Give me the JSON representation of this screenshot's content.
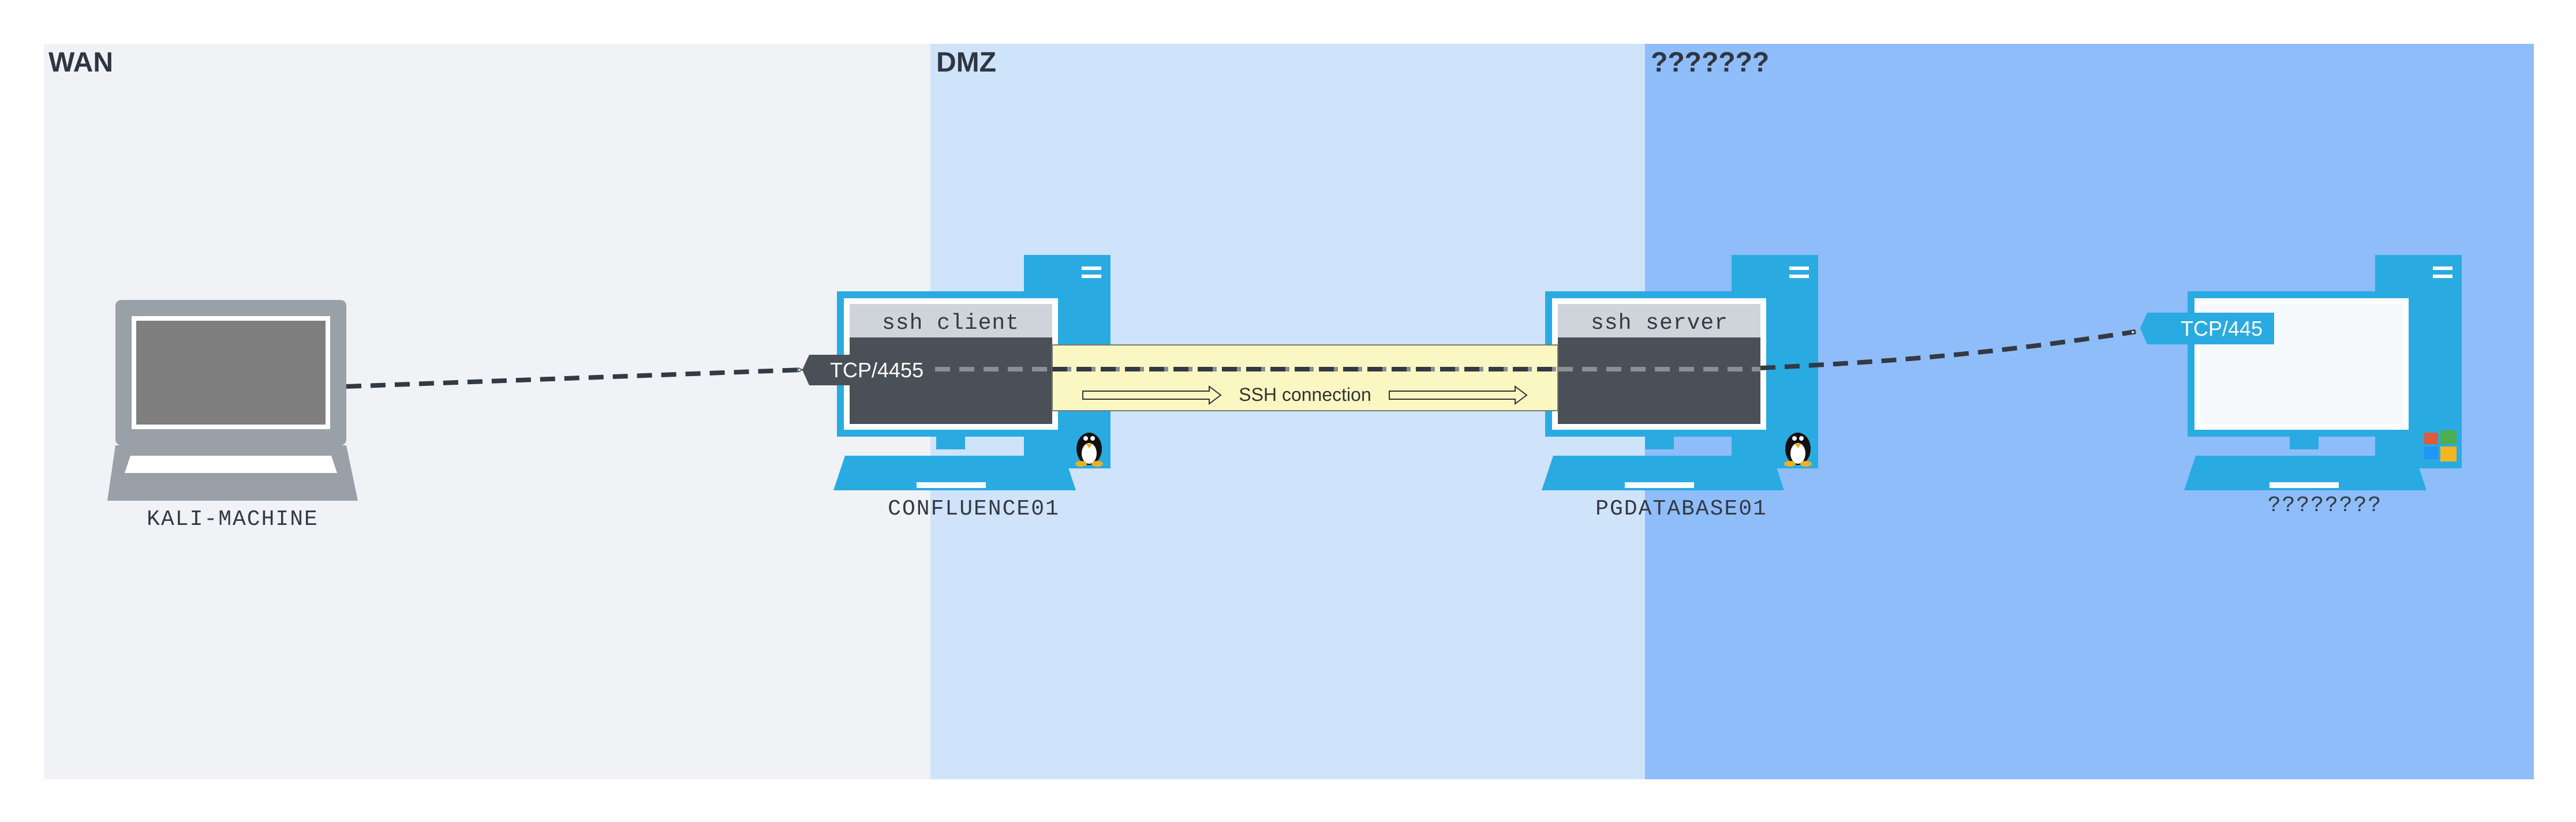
{
  "zones": {
    "wan": {
      "label": "WAN",
      "color": "#f0f2f5"
    },
    "dmz": {
      "label": "DMZ",
      "color": "#cfe3fb"
    },
    "internal": {
      "label": "???????",
      "color": "#8fbdf9"
    }
  },
  "hosts": {
    "kali": {
      "label": "KALI-MACHINE"
    },
    "confluence": {
      "label": "CONFLUENCE01",
      "window_title": "ssh client",
      "os": "linux"
    },
    "pgdatabase": {
      "label": "PGDATABASE01",
      "window_title": "ssh server",
      "os": "linux"
    },
    "target": {
      "label": "????????",
      "os": "windows"
    }
  },
  "ports": {
    "listen": "TCP/4455",
    "target": "TCP/445"
  },
  "tunnel": {
    "label": "SSH connection",
    "color": "#fbf7c3"
  },
  "colors": {
    "computer_blue": "#29abe2",
    "screen_dark": "#4a5058",
    "laptop_gray": "#9aa0a8",
    "arrow": "#333a44"
  },
  "icons": [
    "laptop-icon",
    "desktop-icon",
    "linux-tux-icon",
    "windows-logo-icon",
    "arrow-head-icon"
  ]
}
